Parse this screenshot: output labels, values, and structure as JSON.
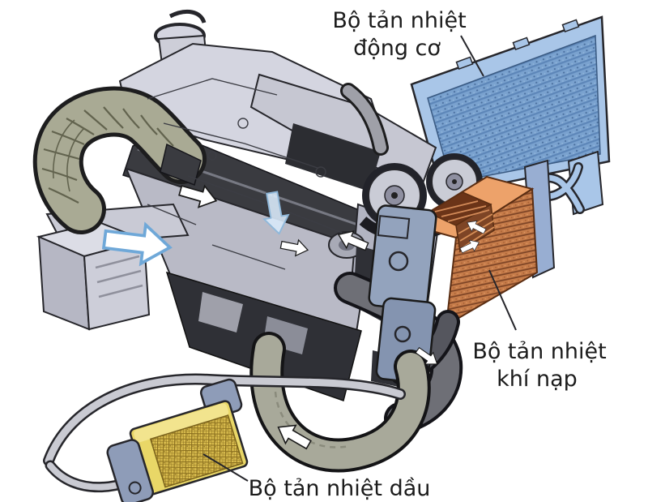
{
  "diagram": {
    "type": "engine-cooling-system-illustration",
    "background": "#ffffff",
    "labels": {
      "engine_radiator": {
        "line1": "Bộ tản nhiệt",
        "line2": "động cơ"
      },
      "charge_air_cooler": {
        "line1": "Bộ tản nhiệt",
        "line2": "khí nạp"
      },
      "oil_cooler": {
        "line1": "Bộ tản nhiệt dầu"
      }
    },
    "colors": {
      "label_text": "#1c1c1c",
      "radiator_frame": "#a9c6e8",
      "radiator_core": "#7aa2cf",
      "intercooler_top": "#eda26a",
      "intercooler_front": "#c67c4a",
      "oil_cooler": "#e9d767",
      "oil_mesh": "#d9bc4e",
      "intake_hose": "#a9aa94",
      "engine_gray": "#d4d5e0",
      "hose_dark": "#6e6f76",
      "hose_olive": "#a8a99a",
      "bracket_blue": "#93a3bd",
      "arrow_white": "#ffffff"
    }
  }
}
